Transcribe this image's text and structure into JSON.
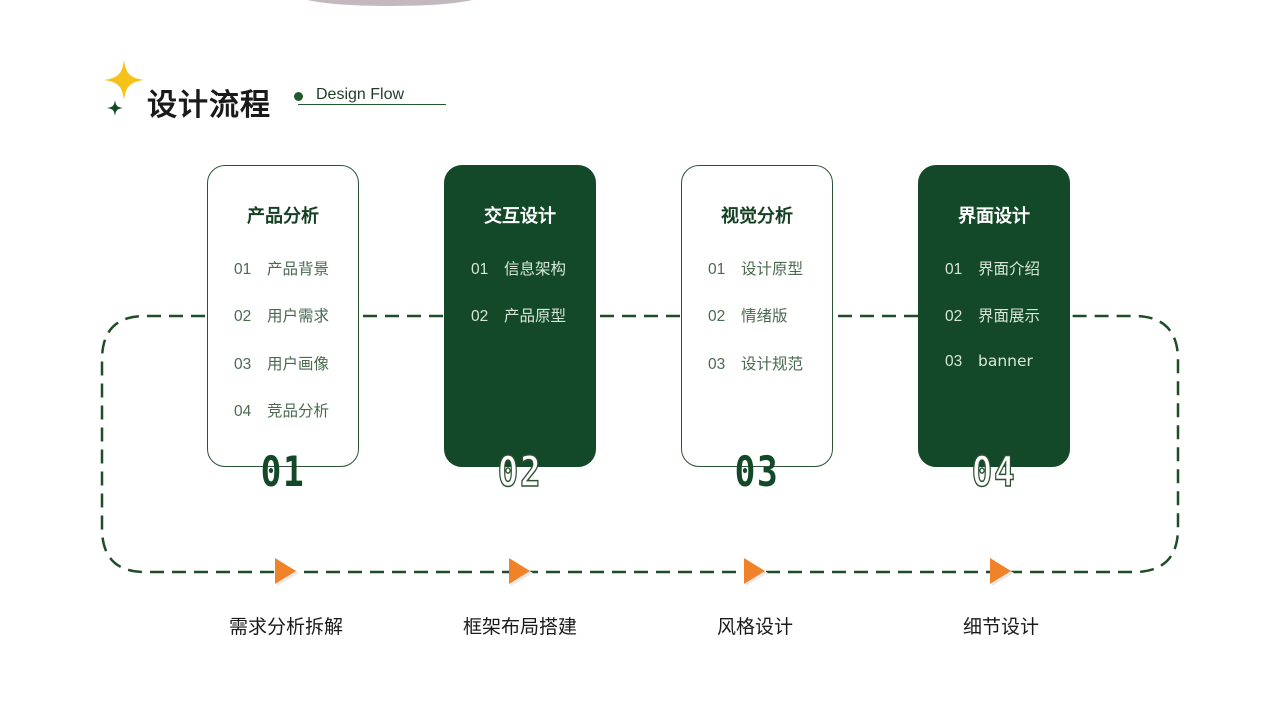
{
  "header": {
    "title": "设计流程",
    "subtitle": "Design Flow"
  },
  "colors": {
    "dark_green": "#134928",
    "accent_orange": "#f0822a",
    "sparkle_yellow": "#f5c21b"
  },
  "cards": [
    {
      "title": "产品分析",
      "number": "01",
      "style": "light",
      "items": [
        {
          "num": "01",
          "text": "产品背景"
        },
        {
          "num": "02",
          "text": "用户需求"
        },
        {
          "num": "03",
          "text": "用户画像"
        },
        {
          "num": "04",
          "text": "竞品分析"
        }
      ]
    },
    {
      "title": "交互设计",
      "number": "02",
      "style": "dark",
      "items": [
        {
          "num": "01",
          "text": "信息架构"
        },
        {
          "num": "02",
          "text": "产品原型"
        }
      ]
    },
    {
      "title": "视觉分析",
      "number": "03",
      "style": "light",
      "items": [
        {
          "num": "01",
          "text": "设计原型"
        },
        {
          "num": "02",
          "text": "情绪版"
        },
        {
          "num": "03",
          "text": "设计规范"
        }
      ]
    },
    {
      "title": "界面设计",
      "number": "04",
      "style": "dark",
      "items": [
        {
          "num": "01",
          "text": "界面介绍"
        },
        {
          "num": "02",
          "text": "界面展示"
        },
        {
          "num": "03",
          "text": "banner"
        }
      ]
    }
  ],
  "steps": [
    {
      "label": "需求分析拆解"
    },
    {
      "label": "框架布局搭建"
    },
    {
      "label": "风格设计"
    },
    {
      "label": "细节设计"
    }
  ]
}
